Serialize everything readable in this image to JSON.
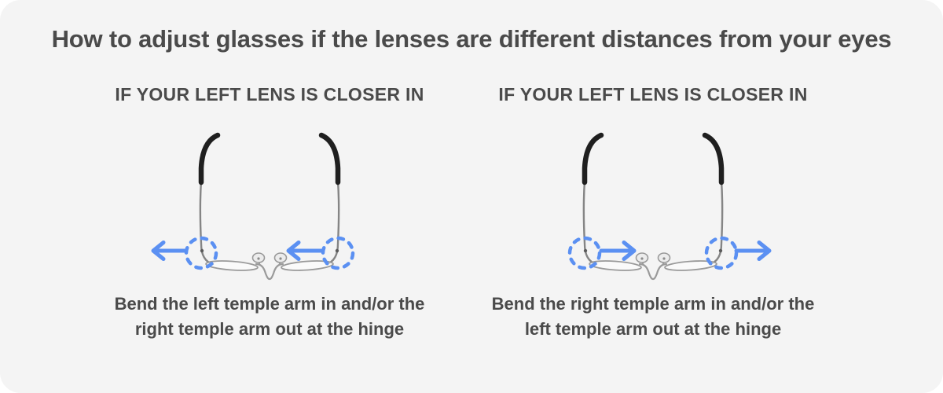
{
  "title": "How to adjust glasses if the lenses are different distances from your eyes",
  "colors": {
    "page_background": "#ffffff",
    "card_background": "#f4f4f4",
    "text": "#4a4a4a",
    "accent_blue": "#5b90f2",
    "frame_silver": "#858585",
    "lens_silver": "#9a9a9a",
    "temple_black": "#1f1f1f",
    "nose_pad": "#ececec"
  },
  "panels": [
    {
      "heading": "IF YOUR LEFT LENS IS CLOSER IN",
      "caption_line1": "Bend the left temple arm in and/or the",
      "caption_line2": "right temple arm out at the hinge",
      "arrow_direction": "left",
      "illustration": "glasses-top-view"
    },
    {
      "heading": "IF YOUR LEFT LENS IS CLOSER IN",
      "caption_line1": "Bend the right temple arm in and/or the",
      "caption_line2": "left temple arm out at the hinge",
      "arrow_direction": "right",
      "illustration": "glasses-top-view"
    }
  ]
}
